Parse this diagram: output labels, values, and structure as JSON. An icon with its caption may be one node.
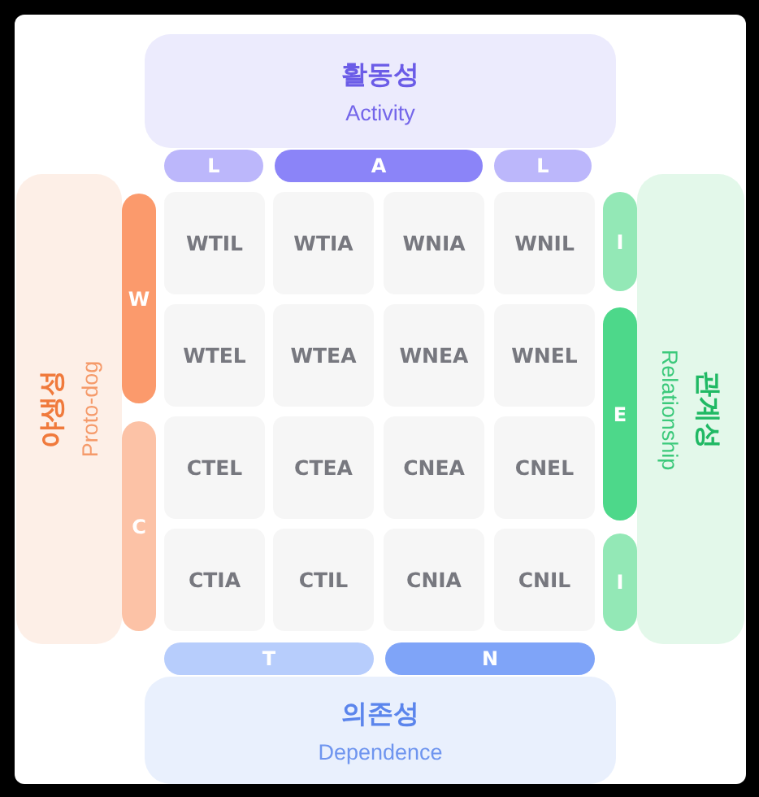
{
  "diagram": {
    "nodes": [
      {
        "text": [
          "활동성",
          "Activity"
        ]
      },
      {
        "text": [
          "L"
        ]
      },
      {
        "text": [
          "A"
        ]
      },
      {
        "text": [
          "L"
        ]
      },
      {
        "text": [
          "야생성",
          "Proto-dog"
        ]
      },
      {
        "text": [
          "W"
        ]
      },
      {
        "text": [
          "C"
        ]
      },
      {
        "text": [
          "WTIL"
        ]
      },
      {
        "text": [
          "WTIA"
        ]
      },
      {
        "text": [
          "WNIA"
        ]
      },
      {
        "text": [
          "WNIL"
        ]
      },
      {
        "text": [
          "WTEL"
        ]
      },
      {
        "text": [
          "WTEA"
        ]
      },
      {
        "text": [
          "WNEA"
        ]
      },
      {
        "text": [
          "WNEL"
        ]
      },
      {
        "text": [
          "CTEL"
        ]
      },
      {
        "text": [
          "CTEA"
        ]
      },
      {
        "text": [
          "CNEA"
        ]
      },
      {
        "text": [
          "CNEL"
        ]
      },
      {
        "text": [
          "CTIA"
        ]
      },
      {
        "text": [
          "CTIL"
        ]
      },
      {
        "text": [
          "CNIA"
        ]
      },
      {
        "text": [
          "CNIL"
        ]
      },
      {
        "text": [
          "관계성",
          "Relationship"
        ]
      },
      {
        "text": [
          "I"
        ]
      },
      {
        "text": [
          "E"
        ]
      },
      {
        "text": [
          "I"
        ]
      },
      {
        "text": [
          "T"
        ]
      },
      {
        "text": [
          "N"
        ]
      },
      {
        "text": [
          "의존성",
          "Dependence"
        ]
      }
    ]
  }
}
